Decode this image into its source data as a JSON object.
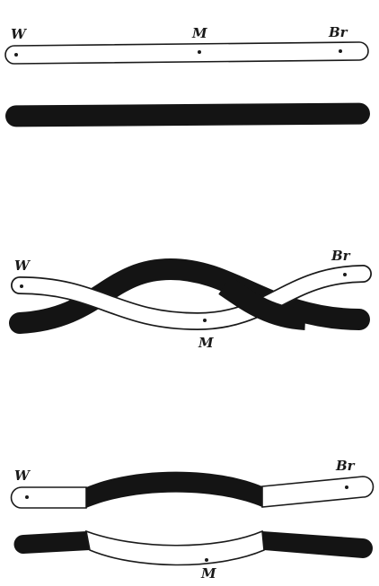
{
  "panels": [
    {
      "id": "parallel",
      "labels": {
        "left": "W",
        "middle": "M",
        "right": "Br"
      }
    },
    {
      "id": "crossing",
      "labels": {
        "left": "W",
        "middle": "M",
        "right": "Br"
      }
    },
    {
      "id": "exchanged",
      "labels": {
        "left": "W",
        "middle": "M",
        "right": "Br"
      }
    }
  ],
  "colors": {
    "dark": "#141414",
    "light": "#ffffff",
    "outline": "#1a1a1a"
  }
}
